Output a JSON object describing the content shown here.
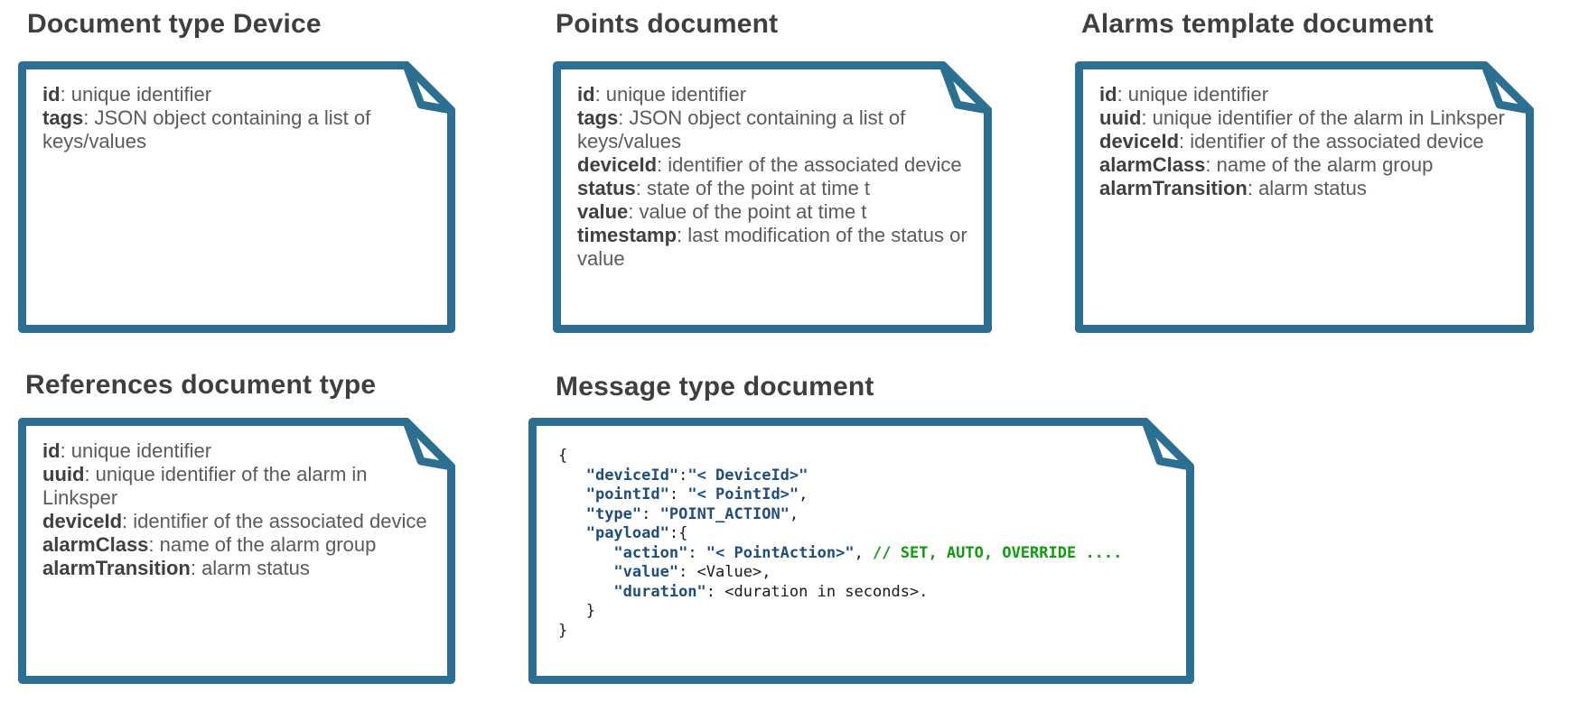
{
  "colors": {
    "border": "#2d6f91",
    "title": "#3f3f3f",
    "body_text": "#595a5c",
    "body_key": "#3f4042",
    "code_string": "#1f4e79",
    "code_plain": "#1a1a1a",
    "code_comment": "#0f9b0f"
  },
  "cards": [
    {
      "title": "Document type Device",
      "fields": [
        {
          "key": "id",
          "desc": "unique identifier"
        },
        {
          "key": "tags",
          "desc": "JSON object containing a list of keys/values"
        }
      ]
    },
    {
      "title": "Points document",
      "fields": [
        {
          "key": "id",
          "desc": "unique identifier"
        },
        {
          "key": "tags",
          "desc": "JSON object containing a list of keys/values"
        },
        {
          "key": "deviceId",
          "desc": "identifier of the associated device"
        },
        {
          "key": "status",
          "desc": "state of the point at time t"
        },
        {
          "key": "value",
          "desc": "value of the point at time t"
        },
        {
          "key": "timestamp",
          "desc": "last modification of the status or value"
        }
      ]
    },
    {
      "title": "Alarms template document",
      "fields": [
        {
          "key": "id",
          "desc": "unique identifier"
        },
        {
          "key": "uuid",
          "desc": "unique identifier of the alarm in Linksper"
        },
        {
          "key": "deviceId",
          "desc": "identifier of the associated device"
        },
        {
          "key": "alarmClass",
          "desc": "name of the alarm group"
        },
        {
          "key": "alarmTransition",
          "desc": "alarm status"
        }
      ]
    },
    {
      "title": "References document type",
      "fields": [
        {
          "key": "id",
          "desc": "unique identifier"
        },
        {
          "key": "uuid",
          "desc": "unique identifier of the alarm in Linksper"
        },
        {
          "key": "deviceId",
          "desc": "identifier of the associated device"
        },
        {
          "key": "alarmClass",
          "desc": "name of the alarm group"
        },
        {
          "key": "alarmTransition",
          "desc": "alarm status"
        }
      ]
    },
    {
      "title": "Message type document",
      "code_lines": [
        [
          {
            "t": "{",
            "c": "plain"
          }
        ],
        [
          {
            "t": "   ",
            "c": "plain"
          },
          {
            "t": "\"deviceId\"",
            "c": "string"
          },
          {
            "t": ":",
            "c": "plain"
          },
          {
            "t": "\"< DeviceId>\"",
            "c": "string"
          }
        ],
        [
          {
            "t": "   ",
            "c": "plain"
          },
          {
            "t": "\"pointId\"",
            "c": "string"
          },
          {
            "t": ": ",
            "c": "plain"
          },
          {
            "t": "\"< PointId>\"",
            "c": "string"
          },
          {
            "t": ",",
            "c": "plain"
          }
        ],
        [
          {
            "t": "   ",
            "c": "plain"
          },
          {
            "t": "\"type\"",
            "c": "string"
          },
          {
            "t": ": ",
            "c": "plain"
          },
          {
            "t": "\"POINT_ACTION\"",
            "c": "string"
          },
          {
            "t": ",",
            "c": "plain"
          }
        ],
        [
          {
            "t": "   ",
            "c": "plain"
          },
          {
            "t": "\"payload\"",
            "c": "string"
          },
          {
            "t": ":{",
            "c": "plain"
          }
        ],
        [
          {
            "t": "      ",
            "c": "plain"
          },
          {
            "t": "\"action\"",
            "c": "string"
          },
          {
            "t": ": ",
            "c": "plain"
          },
          {
            "t": "\"< PointAction>\"",
            "c": "string"
          },
          {
            "t": ", ",
            "c": "plain"
          },
          {
            "t": "// SET, AUTO, OVERRIDE ....",
            "c": "comment"
          }
        ],
        [
          {
            "t": "      ",
            "c": "plain"
          },
          {
            "t": "\"value\"",
            "c": "string"
          },
          {
            "t": ": <Value>,",
            "c": "plain"
          }
        ],
        [
          {
            "t": "      ",
            "c": "plain"
          },
          {
            "t": "\"duration\"",
            "c": "string"
          },
          {
            "t": ": <duration in seconds>.",
            "c": "plain"
          }
        ],
        [
          {
            "t": "   }",
            "c": "plain"
          }
        ],
        [
          {
            "t": "}",
            "c": "plain"
          }
        ]
      ]
    }
  ]
}
